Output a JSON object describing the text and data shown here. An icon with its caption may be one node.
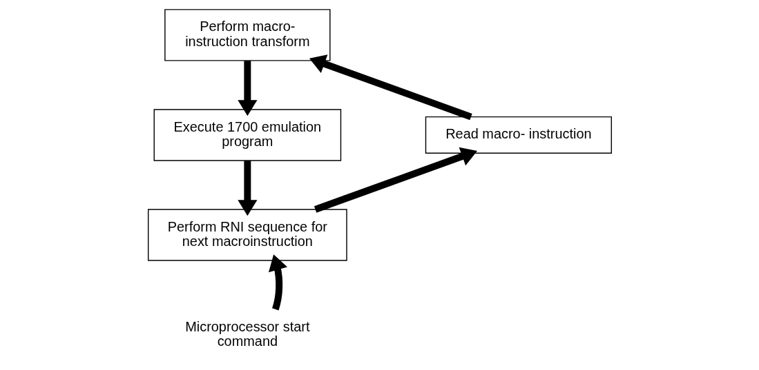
{
  "diagram": {
    "nodes": [
      {
        "text": [
          "Perform macro- instruction transform"
        ]
      },
      {
        "text": [
          "Execute 1700 emulation program"
        ]
      },
      {
        "text": [
          "Read macro- instruction"
        ]
      },
      {
        "text": [
          "Perform RNI sequence for next macroinstruction"
        ]
      },
      {
        "text": [
          "Microprocessor start command"
        ]
      }
    ],
    "edges": [
      {
        "from": 0,
        "to": 1,
        "arrow": "to"
      },
      {
        "from": 1,
        "to": 3,
        "arrow": "to"
      },
      {
        "from": 4,
        "to": 3,
        "arrow": "to"
      },
      {
        "from": 3,
        "to": 2,
        "arrow": "to"
      },
      {
        "from": 2,
        "to": 0,
        "arrow": "to"
      }
    ]
  }
}
